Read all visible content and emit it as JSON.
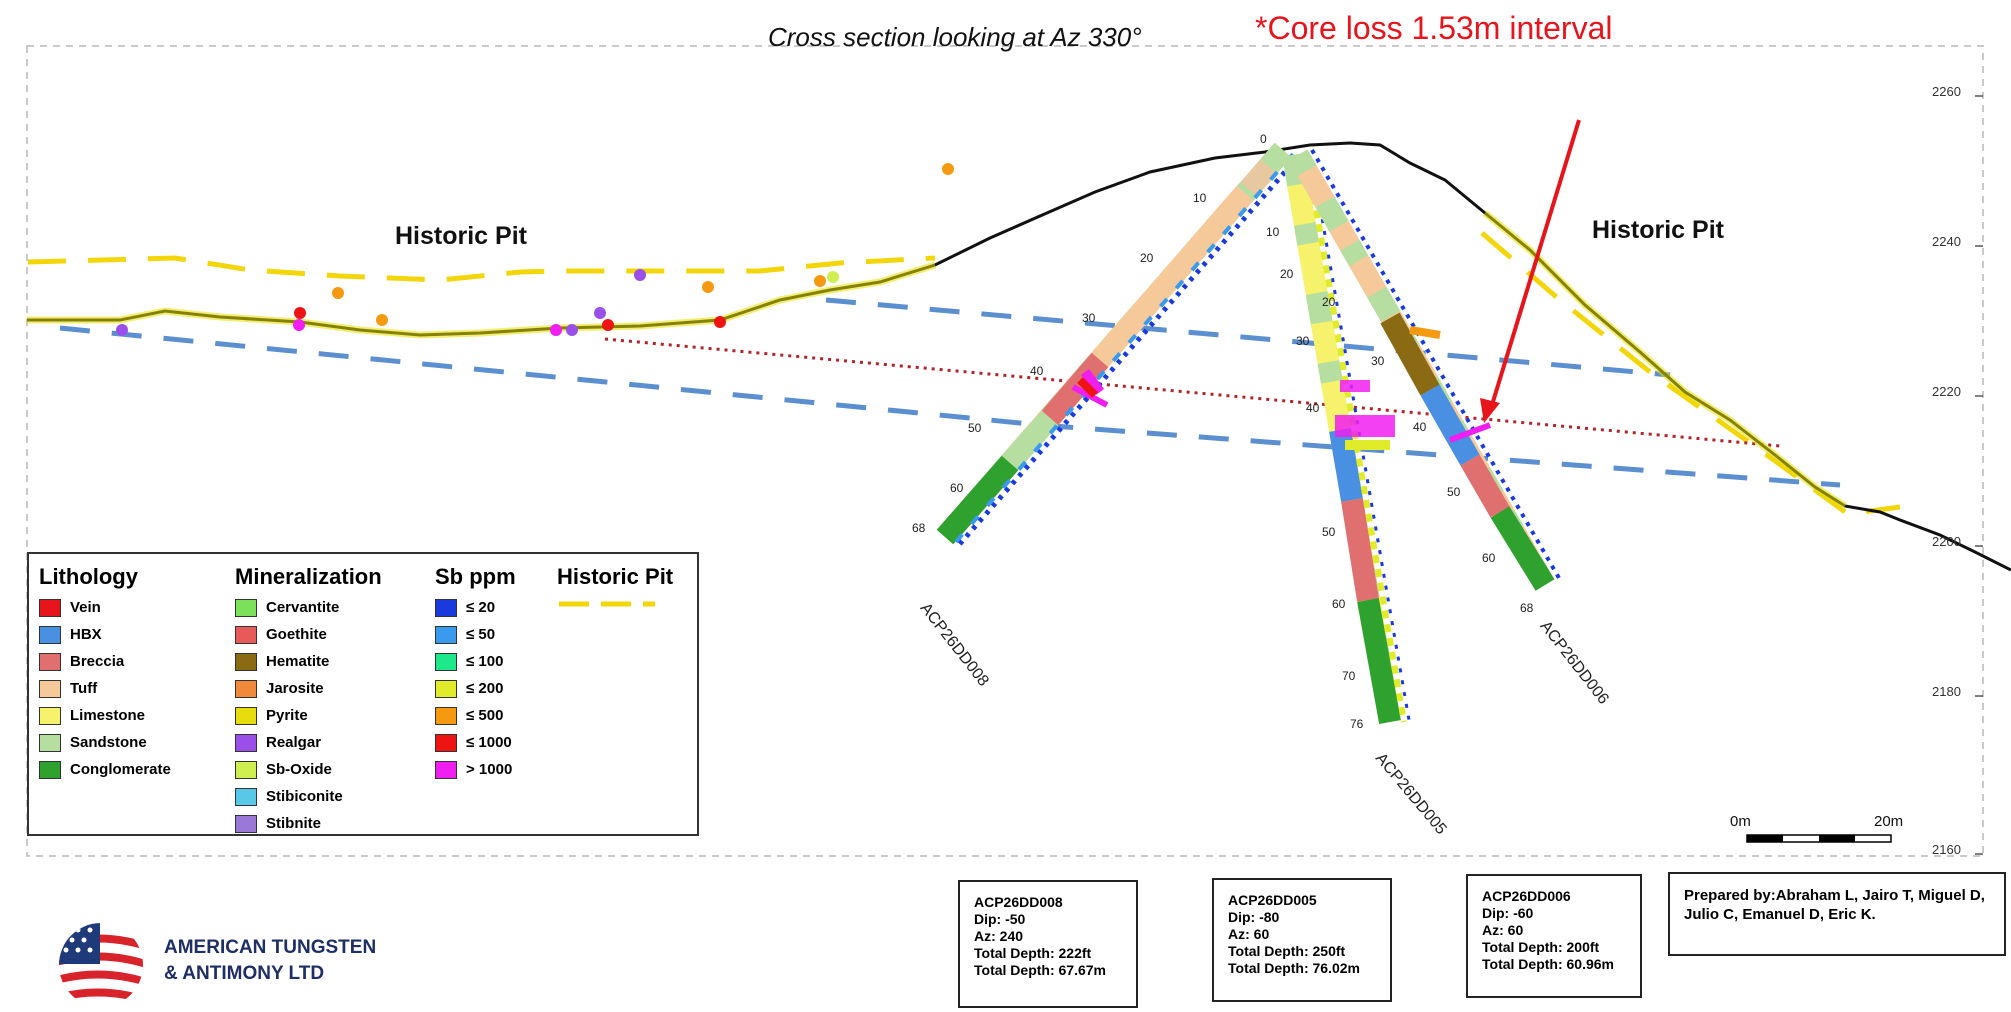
{
  "title": "Cross section looking at Az 330°",
  "core_loss_note": "*Core loss 1.53m interval",
  "pit_labels": [
    "Historic Pit",
    "Historic Pit"
  ],
  "elevation_ticks": [
    "2260",
    "2240",
    "2220",
    "2200",
    "2180",
    "2160"
  ],
  "drill_holes": [
    {
      "id": "ACP26DD008",
      "depth_labels": [
        "0",
        "10",
        "20",
        "30",
        "40",
        "50",
        "60",
        "68"
      ]
    },
    {
      "id": "ACP26DD005",
      "depth_labels": [
        "10",
        "20",
        "30",
        "40",
        "50",
        "60",
        "70",
        "76"
      ]
    },
    {
      "id": "ACP26DD006",
      "depth_labels": [
        "20",
        "30",
        "40",
        "50",
        "60",
        "68"
      ]
    }
  ],
  "legend": {
    "lithology": {
      "title": "Lithology",
      "items": [
        {
          "label": "Vein",
          "color": "#e8141c"
        },
        {
          "label": "HBX",
          "color": "#4a90e2"
        },
        {
          "label": "Breccia",
          "color": "#e07070"
        },
        {
          "label": "Tuff",
          "color": "#f5c99a"
        },
        {
          "label": "Limestone",
          "color": "#f6f26b"
        },
        {
          "label": "Sandstone",
          "color": "#b6dea0"
        },
        {
          "label": "Conglomerate",
          "color": "#2ea12e"
        }
      ]
    },
    "mineralization": {
      "title": "Mineralization",
      "items": [
        {
          "label": "Cervantite",
          "color": "#7be05a"
        },
        {
          "label": "Goethite",
          "color": "#e85a5a"
        },
        {
          "label": "Hematite",
          "color": "#8a6a12"
        },
        {
          "label": "Jarosite",
          "color": "#f08a3a"
        },
        {
          "label": "Pyrite",
          "color": "#e6dc0e"
        },
        {
          "label": "Realgar",
          "color": "#9a50e8"
        },
        {
          "label": "Sb-Oxide",
          "color": "#cfef50"
        },
        {
          "label": "Stibiconite",
          "color": "#58c8e8"
        },
        {
          "label": "Stibnite",
          "color": "#9a78d8"
        }
      ]
    },
    "sb_ppm": {
      "title": "Sb ppm",
      "items": [
        {
          "label": "≤ 20",
          "color": "#1a3adf"
        },
        {
          "label": "≤ 50",
          "color": "#3a9aee"
        },
        {
          "label": "≤ 100",
          "color": "#1ee88a"
        },
        {
          "label": "≤ 200",
          "color": "#e0ec2a"
        },
        {
          "label": "≤ 500",
          "color": "#f59a10"
        },
        {
          "label": "≤ 1000",
          "color": "#ee1414"
        },
        {
          "label": "> 1000",
          "color": "#f01ef0"
        }
      ]
    },
    "historic_pit": {
      "title": "Historic Pit",
      "color": "#f2d60a"
    }
  },
  "scale_bar": {
    "start": "0m",
    "end": "20m"
  },
  "hole_info": [
    {
      "lines": [
        "ACP26DD008",
        "Dip: -50",
        "Az: 240",
        "Total Depth: 222ft",
        "Total Depth: 67.67m"
      ]
    },
    {
      "lines": [
        "ACP26DD005",
        "Dip: -80",
        "Az: 60",
        "Total Depth: 250ft",
        "Total Depth: 76.02m"
      ]
    },
    {
      "lines": [
        "ACP26DD006",
        "Dip: -60",
        "Az: 60",
        "Total Depth: 200ft",
        "Total Depth: 60.96m"
      ]
    }
  ],
  "prepared_by": "Prepared by:Abraham L, Jairo T, Miguel D, Julio C, Emanuel D, Eric K.",
  "company": {
    "line1": "AMERICAN TUNGSTEN",
    "line2": "& ANTIMONY LTD"
  },
  "colors": {
    "topography": "#111111",
    "historic_pit": "#f2d60a",
    "blue_dash": "#5b8fd0",
    "red_dotted": "#b0242a",
    "arrow": "#e8141c",
    "grid": "#b8b8b8"
  }
}
